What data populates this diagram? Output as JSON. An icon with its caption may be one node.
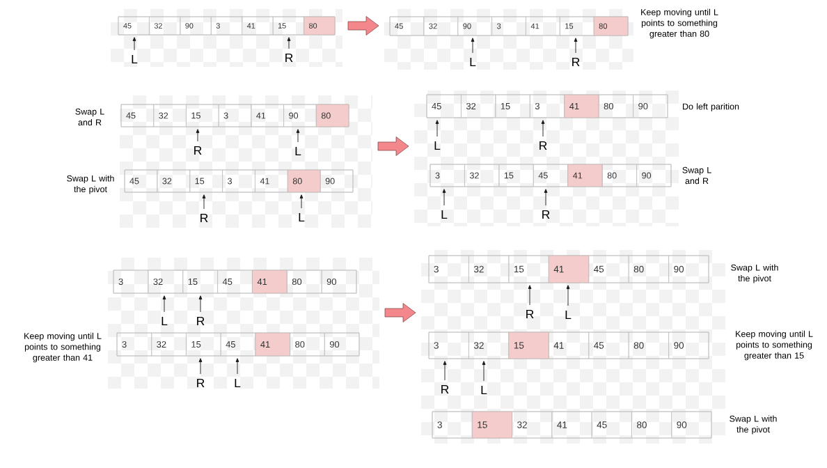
{
  "diagram": {
    "nodes": [
      {
        "text": [],
        "shape": "box"
      },
      {
        "text": [],
        "shape": "box",
        "in": 0
      },
      {
        "text": [
          "45"
        ],
        "in": 1
      },
      {
        "text": [
          "32"
        ],
        "in": 1
      },
      {
        "text": [
          "90"
        ],
        "in": 1
      },
      {
        "text": [
          "3"
        ],
        "in": 1
      },
      {
        "text": [
          "41"
        ],
        "in": 1
      },
      {
        "text": [
          "15"
        ],
        "in": 1
      },
      {
        "text": [
          "80"
        ],
        "in": 1
      },
      {
        "text": [
          "L"
        ],
        "in": 0
      },
      {
        "text": [
          "R"
        ],
        "in": 0
      },
      {
        "text": [],
        "shape": "box"
      },
      {
        "text": [],
        "shape": "box",
        "in": 11,
        "beside": [
          "Keep moving until L points to something greater than 80"
        ]
      },
      {
        "text": [
          "45"
        ],
        "in": 12
      },
      {
        "text": [
          "32"
        ],
        "in": 12
      },
      {
        "text": [
          "90"
        ],
        "in": 12
      },
      {
        "text": [
          "3"
        ],
        "in": 12
      },
      {
        "text": [
          "41"
        ],
        "in": 12
      },
      {
        "text": [
          "15"
        ],
        "in": 12
      },
      {
        "text": [
          "80"
        ],
        "in": 12
      },
      {
        "text": [
          "L"
        ],
        "in": 11
      },
      {
        "text": [
          "R"
        ],
        "in": 11
      },
      {
        "text": [],
        "shape": "box"
      },
      {
        "text": [],
        "shape": "box",
        "in": 22,
        "beside": [
          "Swap L and R"
        ]
      },
      {
        "text": [
          "45"
        ],
        "in": 23
      },
      {
        "text": [
          "32"
        ],
        "in": 23
      },
      {
        "text": [
          "15"
        ],
        "in": 23
      },
      {
        "text": [
          "3"
        ],
        "in": 23
      },
      {
        "text": [
          "41"
        ],
        "in": 23
      },
      {
        "text": [
          "90"
        ],
        "in": 23
      },
      {
        "text": [
          "80"
        ],
        "in": 23
      },
      {
        "text": [
          "R"
        ],
        "in": 22
      },
      {
        "text": [
          "L"
        ],
        "in": 22
      },
      {
        "text": [],
        "shape": "box",
        "in": 22,
        "beside": [
          "Swap L with the pivot"
        ]
      },
      {
        "text": [
          "45"
        ],
        "in": 33
      },
      {
        "text": [
          "32"
        ],
        "in": 33
      },
      {
        "text": [
          "15"
        ],
        "in": 33
      },
      {
        "text": [
          "3"
        ],
        "in": 33
      },
      {
        "text": [
          "41"
        ],
        "in": 33
      },
      {
        "text": [
          "80"
        ],
        "in": 33
      },
      {
        "text": [
          "90"
        ],
        "in": 33
      },
      {
        "text": [
          "R"
        ],
        "in": 22
      },
      {
        "text": [
          "L"
        ],
        "in": 22
      },
      {
        "text": [],
        "shape": "box"
      },
      {
        "text": [],
        "shape": "box",
        "in": 43,
        "beside": [
          "Do left parition"
        ]
      },
      {
        "text": [
          "45"
        ],
        "in": 44
      },
      {
        "text": [
          "32"
        ],
        "in": 44
      },
      {
        "text": [
          "15"
        ],
        "in": 44
      },
      {
        "text": [
          "3"
        ],
        "in": 44
      },
      {
        "text": [
          "41"
        ],
        "in": 44
      },
      {
        "text": [
          "80"
        ],
        "in": 44
      },
      {
        "text": [
          "90"
        ],
        "in": 44
      },
      {
        "text": [
          "L"
        ],
        "in": 43
      },
      {
        "text": [
          "R"
        ],
        "in": 43
      },
      {
        "text": [],
        "shape": "box",
        "in": 43,
        "beside": [
          "Swap L and R"
        ]
      },
      {
        "text": [
          "3"
        ],
        "in": 54
      },
      {
        "text": [
          "32"
        ],
        "in": 54
      },
      {
        "text": [
          "15"
        ],
        "in": 54
      },
      {
        "text": [
          "45"
        ],
        "in": 54
      },
      {
        "text": [
          "41"
        ],
        "in": 54
      },
      {
        "text": [
          "80"
        ],
        "in": 54
      },
      {
        "text": [
          "90"
        ],
        "in": 54
      },
      {
        "text": [
          "L"
        ],
        "in": 43
      },
      {
        "text": [
          "R"
        ],
        "in": 43
      },
      {
        "text": [],
        "shape": "box"
      },
      {
        "text": [],
        "shape": "box",
        "in": 64
      },
      {
        "text": [
          "3"
        ],
        "in": 65
      },
      {
        "text": [
          "32"
        ],
        "in": 65
      },
      {
        "text": [
          "15"
        ],
        "in": 65
      },
      {
        "text": [
          "45"
        ],
        "in": 65
      },
      {
        "text": [
          "41"
        ],
        "in": 65
      },
      {
        "text": [
          "80"
        ],
        "in": 65
      },
      {
        "text": [
          "90"
        ],
        "in": 65
      },
      {
        "text": [
          "L"
        ],
        "in": 64
      },
      {
        "text": [
          "R"
        ],
        "in": 64
      },
      {
        "text": [],
        "shape": "box",
        "in": 64,
        "beside": [
          "Keep moving until L points to something greater than 41"
        ]
      },
      {
        "text": [
          "3"
        ],
        "in": 75
      },
      {
        "text": [
          "32"
        ],
        "in": 75
      },
      {
        "text": [
          "15"
        ],
        "in": 75
      },
      {
        "text": [
          "45"
        ],
        "in": 75
      },
      {
        "text": [
          "41"
        ],
        "in": 75
      },
      {
        "text": [
          "80"
        ],
        "in": 75
      },
      {
        "text": [
          "90"
        ],
        "in": 75
      },
      {
        "text": [
          "R"
        ],
        "in": 64
      },
      {
        "text": [
          "L"
        ],
        "in": 64
      },
      {
        "text": [],
        "shape": "box"
      },
      {
        "text": [],
        "shape": "box",
        "in": 85,
        "beside": [
          "Swap L with the pivot"
        ]
      },
      {
        "text": [
          "3"
        ],
        "in": 86
      },
      {
        "text": [
          "32"
        ],
        "in": 86
      },
      {
        "text": [
          "15"
        ],
        "in": 86
      },
      {
        "text": [
          "41"
        ],
        "in": 86
      },
      {
        "text": [
          "45"
        ],
        "in": 86
      },
      {
        "text": [
          "80"
        ],
        "in": 86
      },
      {
        "text": [
          "90"
        ],
        "in": 86
      },
      {
        "text": [
          "R"
        ],
        "in": 85
      },
      {
        "text": [
          "L"
        ],
        "in": 85
      },
      {
        "text": [],
        "shape": "box",
        "in": 85,
        "beside": [
          "Keep moving until L points to something greater than 15"
        ]
      },
      {
        "text": [
          "3"
        ],
        "in": 96
      },
      {
        "text": [
          "32"
        ],
        "in": 96
      },
      {
        "text": [
          "15"
        ],
        "in": 96
      },
      {
        "text": [
          "41"
        ],
        "in": 96
      },
      {
        "text": [
          "45"
        ],
        "in": 96
      },
      {
        "text": [
          "80"
        ],
        "in": 96
      },
      {
        "text": [
          "90"
        ],
        "in": 96
      },
      {
        "text": [
          "R"
        ],
        "in": 85
      },
      {
        "text": [
          "L"
        ],
        "in": 85
      },
      {
        "text": [],
        "shape": "box",
        "in": 85,
        "beside": [
          "Swap L with the pivot"
        ]
      },
      {
        "text": [
          "3"
        ],
        "in": 106
      },
      {
        "text": [
          "15"
        ],
        "in": 106
      },
      {
        "text": [
          "32"
        ],
        "in": 106
      },
      {
        "text": [
          "41"
        ],
        "in": 106
      },
      {
        "text": [
          "45"
        ],
        "in": 106
      },
      {
        "text": [
          "80"
        ],
        "in": 106
      },
      {
        "text": [
          "90"
        ],
        "in": 106
      }
    ],
    "edges": [
      {
        "from": 9,
        "to": 2,
        "arrow": "to"
      },
      {
        "from": 10,
        "to": 7,
        "arrow": "to"
      },
      {
        "from": 0,
        "to": 11,
        "arrow": "to",
        "style": "thick",
        "color": "#f4878b"
      },
      {
        "from": 20,
        "to": 15,
        "arrow": "to"
      },
      {
        "from": 21,
        "to": 18,
        "arrow": "to"
      },
      {
        "from": 31,
        "to": 26,
        "arrow": "to"
      },
      {
        "from": 32,
        "to": 29,
        "arrow": "to"
      },
      {
        "from": 41,
        "to": 36,
        "arrow": "to"
      },
      {
        "from": 42,
        "to": 39,
        "arrow": "to"
      },
      {
        "from": 22,
        "to": 43,
        "arrow": "to",
        "style": "thick",
        "color": "#f4878b"
      },
      {
        "from": 52,
        "to": 45,
        "arrow": "to"
      },
      {
        "from": 53,
        "to": 48,
        "arrow": "to"
      },
      {
        "from": 62,
        "to": 55,
        "arrow": "to"
      },
      {
        "from": 63,
        "to": 58,
        "arrow": "to"
      },
      {
        "from": 73,
        "to": 67,
        "arrow": "to"
      },
      {
        "from": 74,
        "to": 68,
        "arrow": "to"
      },
      {
        "from": 83,
        "to": 78,
        "arrow": "to"
      },
      {
        "from": 84,
        "to": 79,
        "arrow": "to"
      },
      {
        "from": 64,
        "to": 85,
        "arrow": "to",
        "style": "thick",
        "color": "#f4878b"
      },
      {
        "from": 94,
        "to": 89,
        "arrow": "to"
      },
      {
        "from": 95,
        "to": 90,
        "arrow": "to"
      },
      {
        "from": 104,
        "to": 97,
        "arrow": "to"
      },
      {
        "from": 105,
        "to": 98,
        "arrow": "to"
      }
    ]
  }
}
